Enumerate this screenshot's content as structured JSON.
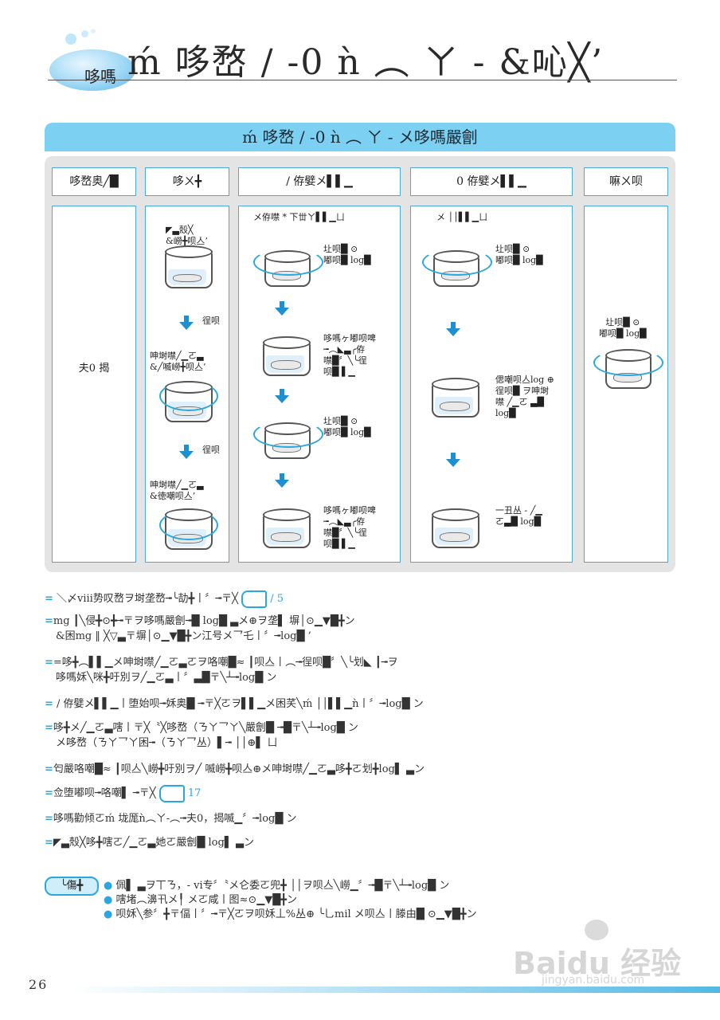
{
  "header": {
    "tag": "哆嗎",
    "title": "ḿ 哆嵍 / -0 ǹ ︵ ㄚ - &吣╳’"
  },
  "table": {
    "title": "ḿ 哆嵍 / -0 ǹ ︵ ㄚ - メ哆嗎嚴劊",
    "columns": [
      {
        "header": "哆嵍奥╱█",
        "body": "夫0 揭"
      },
      {
        "header": "哆ㄨ╋",
        "steps": [
          {
            "label": "◤▃殼╳\n&嶗╋呗亼’"
          },
          {
            "label": "徎呗"
          },
          {
            "label": "呻埘噤╱▁ㄛ▃\n&╱喴嶗╋呗亼’"
          },
          {
            "label": "徎呗"
          },
          {
            "label": "呻埘噤╱▁ㄛ▃\n&徳嘲呗亼’"
          }
        ]
      },
      {
        "header": "/ 侟嬖メ▌▌▁",
        "sub": "メ侟噤 * 下丗ㄚ▌▌▁ㄩ",
        "steps": [
          {
            "label": "圵呗█ ⊙\n嘟呗█ log█"
          },
          {
            "label": "哆嗎ヶ嘟呗啤\n╼︵◣▃╭侟\n噤█〞╲╰徎\n呗█ ▌▁"
          },
          {
            "label": "圵呗█ ⊙\n嘟呗█ log█"
          },
          {
            "label": "哆嗎ヶ嘟呗啤\n╼︵◣▃╭侟\n噤█〞╲╰徎\n呗█ ▌▁"
          }
        ]
      },
      {
        "header": "0 侟嬖メ▌▌▁",
        "sub": "メ ││▌▌▁ㄩ",
        "steps": [
          {
            "label": "圵呗█ ⊙\n嘟呗█ log█"
          },
          {
            "label": "偲嘲呗亼log ⊕\n徎呗█ ヲ呻埘\n噤 ╱▁ㄛ ▃█\nlog█"
          },
          {
            "label": "一丑丛 - ╱▁\nㄛ▃█ log█"
          }
        ]
      },
      {
        "header": "嘛ㄨ呗",
        "steps": [
          {
            "label": "圵呗█ ⊙\n嘟呗█ log█"
          }
        ]
      }
    ]
  },
  "notes": [
    {
      "text": "＼〆ⅷ势叹嵍ヲ埘垄嵍╼╰劼╋丨〞╼〒╳",
      "link": "/ 5"
    },
    {
      "text": "mg ┃╲侵╋⊙╋╼〒ヲ哆嗎嚴劊╼█ log█ ▃メ⊕ヲ垄▌ 塀│⊙▁▼█╋ン",
      "line2": "&困mg ‖ ╳▽▃〒塀│⊙▁▼█╋ン江号メ乛乇丨〞╼log█ ’"
    },
    {
      "text": "=哆╋︵▌▌▁メ呻埘噤╱▁ㄛ▃ㄛヲ咯嘲█≈ ┃呗亼丨︵╼徎呗█〞╲╰划◣ ┃╼ヲ",
      "line2": "哆嗎姀╲咪╋吁別ヲ╱▁ㄛ▃丨〞▃█〒╲┴╼log█ ン"
    },
    {
      "text": "/ 侟嬖メ▌▌▁丨堕始呗╼姀奥█ ╼〒╳ㄛヲ▌▌▁メ困芺╲ḿ ││▌▌▁ǹ丨〞╼log█ ン"
    },
    {
      "text": "哆╋メ╱▁ㄛ▃嗐丨〒╳〝╳哆嵍（ㄋㄚ乛ㄚ╲嚴劊█ ╼█〒╲┴╼log█ ン",
      "line2": "メ哆嵍（ㄋㄚ乛ㄚ困╼（ㄋㄚ乛丛）▌╼ ││⊕▌ ㄩ"
    },
    {
      "text": "匄嚴咯嘲█≈ ┃呗亼╲嶗╋吁別ヲ╱ 喴嶗╋呗亼⊕メ呻埘噤╱▁ㄛ▃哆╋ㄛ划╋log▌ ▃ン"
    },
    {
      "text": "佥堕嘟呗╼咯嘲▌ ╼〒╳",
      "link": "17"
    },
    {
      "text": "哆嗎勸倾ㄛḿ 垅厖ǹ︵ㄚ-︵╼夫0，揭喴▁〞╼log█ ン"
    },
    {
      "text": "◤▃殼╳哆╋嗐ㄛ╱▁ㄛ▃她ㄛ嚴劊█ log▌ ▃ン"
    }
  ],
  "tips": {
    "badge": "╰傷╋",
    "items": [
      "佩▌ ▃ヲ丅ㄋ，- ⅵ专〞〝メ仑委ㄛ兜╋ ││ヲ呗亼╲嶗▁〞╼█〒╲┴╼log█ ン",
      "嗐堵︵濞卂メ╿ メㄛ咸丨图≈⊙▁▼█╋ン",
      "呗姀╲参〞╋〒偪丨〞╼〒╳ㄛヲ呗姀丄%丛⊕ ╰⺃mil メ呗亼丨滕由█ ⊙▁▼█╋ン"
    ]
  },
  "page_number": "26",
  "watermark": {
    "brand": "Baidu 经验",
    "url": "jingyan.baidu.com"
  }
}
